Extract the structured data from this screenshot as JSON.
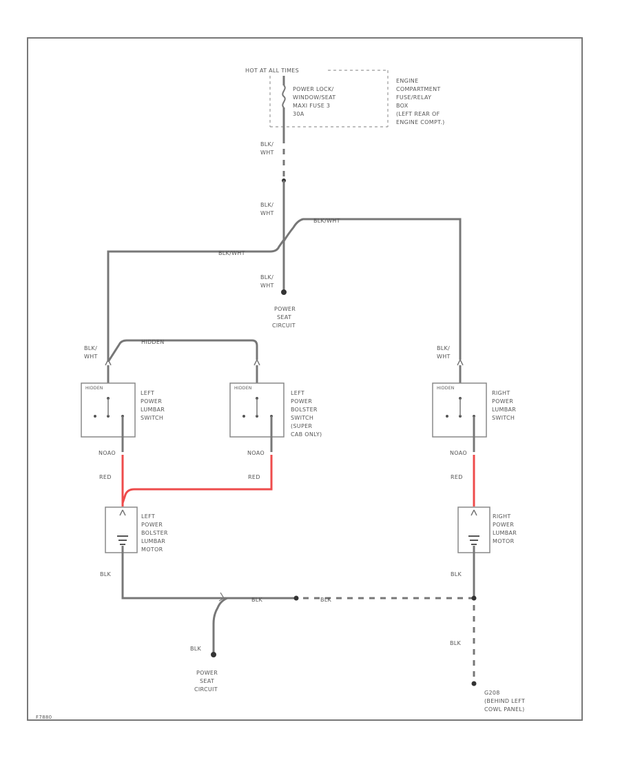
{
  "power_source": {
    "label": "HOT AT ALL TIMES",
    "fuse_lines": [
      "POWER LOCK/",
      "WINDOW/SEAT",
      "MAXI FUSE 3",
      "30A"
    ],
    "box_lines": [
      "ENGINE",
      "COMPARTMENT",
      "FUSE/RELAY",
      "BOX",
      "(LEFT REAR OF",
      "ENGINE COMPT.)"
    ]
  },
  "wire_labels": {
    "blk_wht_1": [
      "BLK/",
      "WHT"
    ],
    "blk_wht_2": [
      "BLK/",
      "WHT"
    ],
    "blk_wht_3": [
      "BLK/",
      "WHT"
    ],
    "blk_wht_left_run": "BLK/WHT",
    "blk_wht_right_run": "BLK/WHT",
    "blk_wht_left_sw": [
      "BLK/",
      "WHT"
    ],
    "blk_wht_right_sw": [
      "BLK/",
      "WHT"
    ],
    "hidden_link": "HIDDEN",
    "red_1": "RED",
    "red_2": "RED",
    "red_3": "RED",
    "blk_1": "BLK",
    "blk_2": "BLK",
    "blk_3": "BLK",
    "blk_4": "BLK",
    "blk_bottom_run_1": "BLK",
    "blk_bottom_run_2": "BLK"
  },
  "power_seat_circuit_top": [
    "POWER",
    "SEAT",
    "CIRCUIT"
  ],
  "power_seat_circuit_bottom": [
    "POWER",
    "SEAT",
    "CIRCUIT"
  ],
  "components": {
    "left_lumbar_switch": {
      "lines": [
        "LEFT",
        "POWER",
        "LUMBAR",
        "SWITCH"
      ],
      "top_pin": "HIDDEN",
      "bottom_pin": "NOAO"
    },
    "left_bolster_switch": {
      "lines": [
        "LEFT",
        "POWER",
        "BOLSTER",
        "SWITCH",
        "(SUPER",
        "CAB ONLY)"
      ],
      "top_pin": "HIDDEN",
      "bottom_pin": "NOAO"
    },
    "right_lumbar_switch": {
      "lines": [
        "RIGHT",
        "POWER",
        "LUMBAR",
        "SWITCH"
      ],
      "top_pin": "HIDDEN",
      "bottom_pin": "NOAO"
    },
    "left_motor": {
      "lines": [
        "LEFT",
        "POWER",
        "BOLSTER",
        "LUMBAR",
        "MOTOR"
      ]
    },
    "right_motor": {
      "lines": [
        "RIGHT",
        "POWER",
        "LUMBAR",
        "MOTOR"
      ]
    }
  },
  "ground": {
    "lines": [
      "G208",
      "(BEHIND LEFT",
      "COWL PANEL)"
    ]
  },
  "figure_code": "F7880"
}
